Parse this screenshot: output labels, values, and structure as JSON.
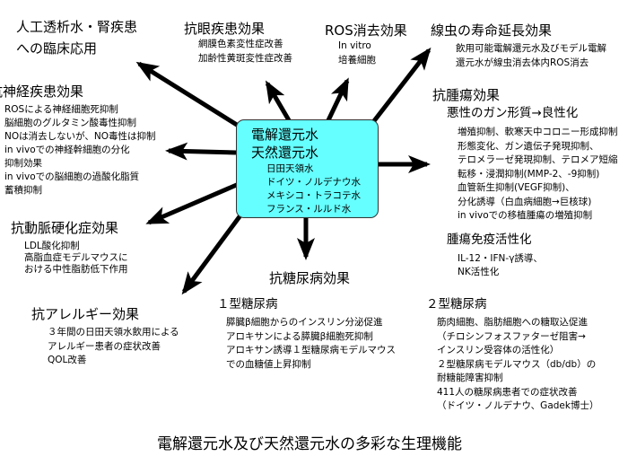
{
  "center": {
    "title_lines": [
      "電解還元水",
      "天然還元水"
    ],
    "waters": [
      "日田天領水",
      "ドイツ・ノルデナウ水",
      "メキシコ・トラコテ水",
      "フランス・ルルド水"
    ],
    "color": "#66ffff"
  },
  "dialysis": {
    "lines": [
      "人工透析水・腎疾患",
      "への臨床応用"
    ]
  },
  "eye": {
    "heading": "抗眼疾患効果",
    "lines": [
      "網膜色素変性症改善",
      "加齢性黄斑変性症改善"
    ]
  },
  "ros": {
    "heading": "ROS消去効果",
    "lines": [
      "In vitro",
      "培養細胞"
    ]
  },
  "nematode": {
    "heading": "線虫の寿命延長効果",
    "lines": [
      "飲用可能電解還元水及びモデル電解",
      "還元水が線虫消去体内ROS消去"
    ]
  },
  "neuro": {
    "heading": "抗神経疾患効果",
    "lines": [
      "ROSによる神経細胞死抑制",
      "脳細胞のグルタミン酸毒性抑制",
      "NOは消去しないが、NO毒性は抑制",
      "in vivoでの神経幹細胞の分化",
      "抑制効果",
      "in vivoでの脳細胞の過酸化脂質",
      "蓄積抑制"
    ]
  },
  "tumor": {
    "heading": "抗腫瘍効果",
    "sub1": "悪性のガン形質→良性化",
    "lines1": [
      "増殖抑制、軟寒天中コロニー形成抑制",
      "形態変化、ガン遺伝子発現抑制、",
      "テロメラーゼ発現抑制、テロメア短縮",
      "転移・浸潤抑制(MMP-2、-9抑制)",
      "血管新生抑制(VEGF抑制)、",
      "分化誘導（白血病細胞→巨核球)",
      "in vivoでの移植腫瘍の増殖抑制"
    ],
    "sub2": "腫瘍免疫活性化",
    "lines2": [
      "IL-12・IFN-γ誘導、",
      "NK活性化"
    ]
  },
  "athero": {
    "heading": "抗動脈硬化症効果",
    "lines": [
      "LDL酸化抑制",
      "高脂血症モデルマウスに",
      "おける中性脂肪低下作用"
    ]
  },
  "allergy": {
    "heading": "抗アレルギー効果",
    "lines": [
      "３年間の日田天領水飲用による",
      "アレルギー患者の症状改善",
      "QOL改善"
    ]
  },
  "diabetes": {
    "heading": "抗糖尿病効果",
    "type1": {
      "heading": "１型糖尿病",
      "lines": [
        "膵臓β細胞からのインスリン分泌促進",
        "アロキサンによる膵臓β細胞死抑制",
        "アロキサン誘導１型糖尿病モデルマウス",
        "での血糖値上昇抑制"
      ]
    },
    "type2": {
      "heading": "２型糖尿病",
      "lines": [
        "筋肉細胞、脂肪細胞への糖取込促進",
        "（チロシンフォスファターゼ阻害→",
        "インスリン受容体の活性化）",
        "２型糖尿病モデルマウス（db/db）の",
        "耐糖能障害抑制",
        "411人の糖尿病患者での症状改善",
        "（ドイツ・ノルデナウ、Gadek博士）"
      ]
    }
  },
  "caption": "電解還元水及び天然還元水の多彩な生理機能"
}
